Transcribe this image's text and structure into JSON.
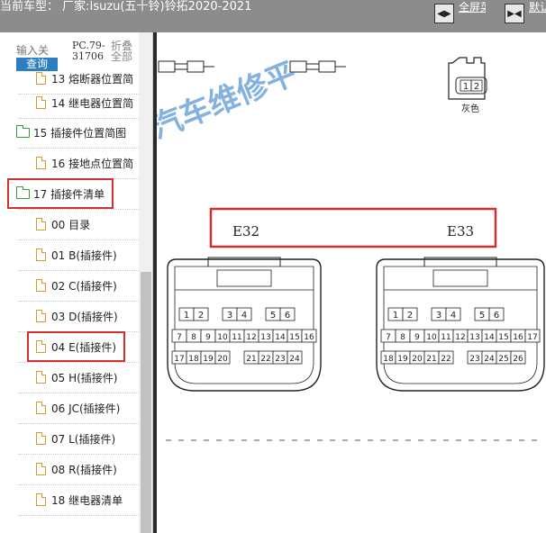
{
  "header": {
    "vehicle_text": "当前车型： 厂家:Isuzu(五十铃)铃拓2020-2021",
    "fullscreen_label": "全屏菜单",
    "print_label": "默认视图"
  },
  "sidebar": {
    "search_placeholder": "输入关",
    "search_button": "查询",
    "code_text": "PC.79-31706",
    "collapse_text": "折叠全部",
    "items": [
      {
        "label": "13 熔断器位置简",
        "type": "file"
      },
      {
        "label": "14 继电器位置简",
        "type": "file"
      },
      {
        "label": "15 插接件位置简图",
        "type": "folder"
      },
      {
        "label": "16 接地点位置简",
        "type": "file"
      },
      {
        "label": "17 插接件清单",
        "type": "folder"
      },
      {
        "label": "00 目录",
        "type": "file"
      },
      {
        "label": "01 B(插接件)",
        "type": "file"
      },
      {
        "label": "02 C(插接件)",
        "type": "file"
      },
      {
        "label": "03 D(插接件)",
        "type": "file"
      },
      {
        "label": "04 E(插接件)",
        "type": "file"
      },
      {
        "label": "05 H(插接件)",
        "type": "file"
      },
      {
        "label": "06 JC(插接件)",
        "type": "file"
      },
      {
        "label": "07 L(插接件)",
        "type": "file"
      },
      {
        "label": "08 R(插接件)",
        "type": "file"
      },
      {
        "label": "18 继电器清单",
        "type": "file"
      }
    ]
  },
  "diagram": {
    "watermark": "汽车维修平",
    "connector_color_label": "灰色",
    "connector_small_pins": [
      "1",
      "2"
    ],
    "left_connector_label": "E32",
    "right_connector_label": "E33",
    "e32_rows": [
      [
        "1",
        "2",
        "3",
        "4",
        "5",
        "6"
      ],
      [
        "7",
        "8",
        "9",
        "10",
        "11",
        "12",
        "13",
        "14",
        "15",
        "16"
      ],
      [
        "17",
        "18",
        "19",
        "20",
        "21",
        "22",
        "23",
        "24"
      ]
    ],
    "e33_rows": [
      [
        "1",
        "2",
        "3",
        "4",
        "5",
        "6"
      ],
      [
        "7",
        "8",
        "9",
        "10",
        "11",
        "12",
        "13",
        "14",
        "15",
        "16",
        "17"
      ],
      [
        "18",
        "19",
        "20",
        "21",
        "22",
        "23",
        "24",
        "25",
        "26"
      ]
    ],
    "highlight_color": "#d32f2f"
  }
}
